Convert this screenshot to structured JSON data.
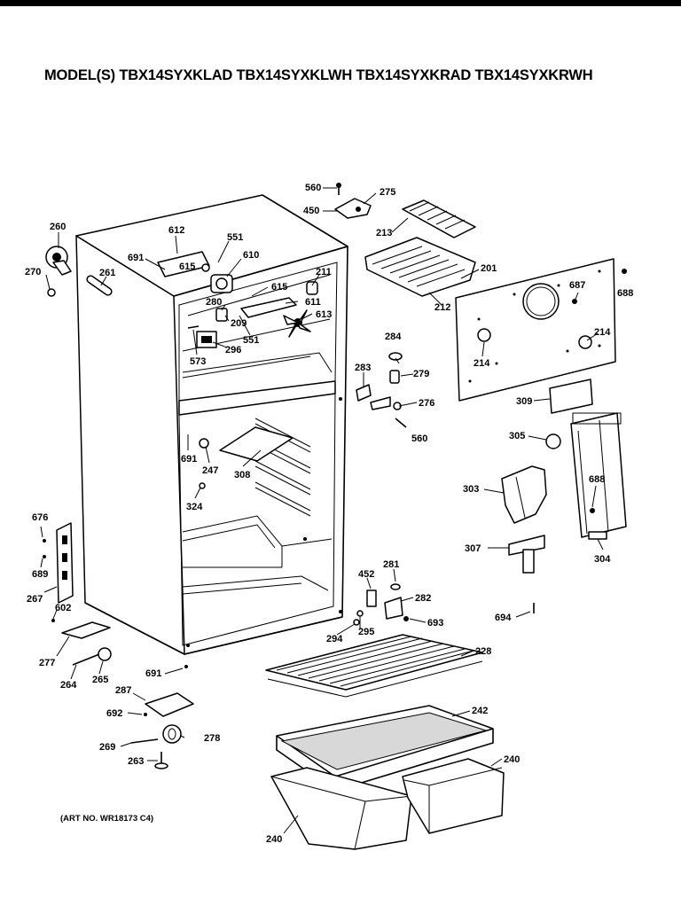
{
  "header": {
    "title": "MODEL(S) TBX14SYXKLAD  TBX14SYXKLWH  TBX14SYXKRAD  TBX14SYXKRWH"
  },
  "footer": {
    "art_number": "(ART NO. WR18173 C4)"
  },
  "part_labels": [
    "560",
    "275",
    "450",
    "213",
    "201",
    "212",
    "687",
    "688",
    "214",
    "214",
    "284",
    "279",
    "283",
    "276",
    "560",
    "309",
    "305",
    "303",
    "688",
    "307",
    "304",
    "260",
    "270",
    "261",
    "612",
    "691",
    "615",
    "551",
    "610",
    "211",
    "615",
    "611",
    "280",
    "209",
    "613",
    "573",
    "296",
    "551",
    "691",
    "247",
    "308",
    "324",
    "676",
    "689",
    "267",
    "602",
    "277",
    "264",
    "265",
    "691",
    "287",
    "692",
    "269",
    "278",
    "263",
    "452",
    "281",
    "282",
    "693",
    "694",
    "294",
    "295",
    "228",
    "242",
    "240",
    "240"
  ]
}
